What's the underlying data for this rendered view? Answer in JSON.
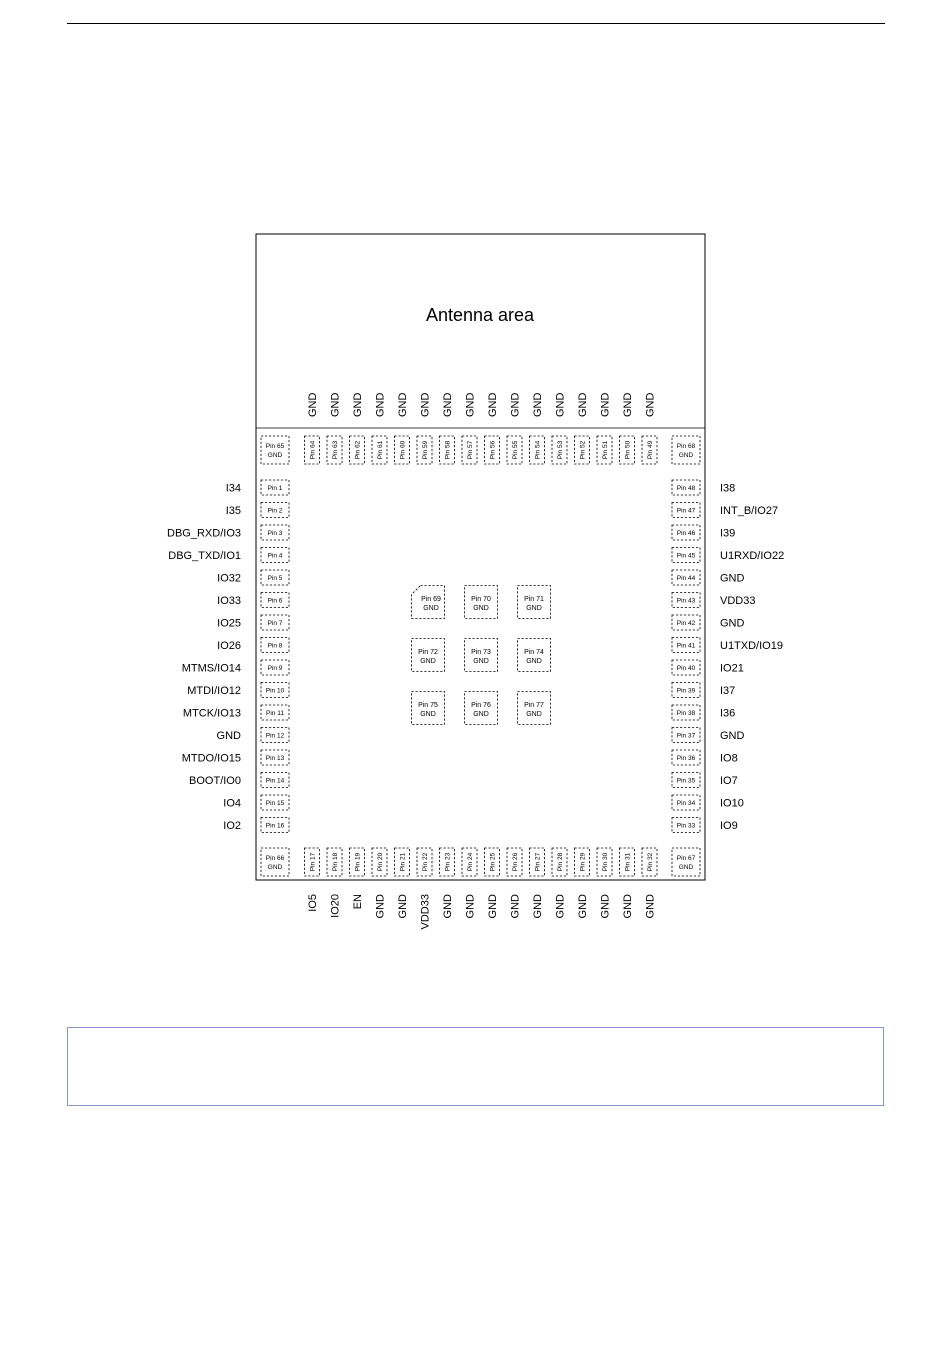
{
  "module": {
    "antenna_label": "Antenna area"
  },
  "top_signals": [
    "GND",
    "GND",
    "GND",
    "GND",
    "GND",
    "GND",
    "GND",
    "GND",
    "GND",
    "GND",
    "GND",
    "GND",
    "GND",
    "GND",
    "GND",
    "GND"
  ],
  "top_pads": [
    "Pin 64",
    "Pin 63",
    "Pin 62",
    "Pin 61",
    "Pin 60",
    "Pin 59",
    "Pin 58",
    "Pin 57",
    "Pin 56",
    "Pin 55",
    "Pin 54",
    "Pin 53",
    "Pin 52",
    "Pin 51",
    "Pin 50",
    "Pin 49"
  ],
  "corner_pads": [
    {
      "pin": "Pin 65",
      "signal": "GND"
    },
    {
      "pin": "Pin 68",
      "signal": "GND"
    },
    {
      "pin": "Pin 66",
      "signal": "GND"
    },
    {
      "pin": "Pin 67",
      "signal": "GND"
    }
  ],
  "left_pins": [
    {
      "pin": "Pin 1",
      "signal": "I34"
    },
    {
      "pin": "Pin 2",
      "signal": "I35"
    },
    {
      "pin": "Pin 3",
      "signal": "DBG_RXD/IO3"
    },
    {
      "pin": "Pin 4",
      "signal": "DBG_TXD/IO1"
    },
    {
      "pin": "Pin 5",
      "signal": "IO32"
    },
    {
      "pin": "Pin 6",
      "signal": "IO33"
    },
    {
      "pin": "Pin 7",
      "signal": "IO25"
    },
    {
      "pin": "Pin 8",
      "signal": "IO26"
    },
    {
      "pin": "Pin 9",
      "signal": "MTMS/IO14"
    },
    {
      "pin": "Pin 10",
      "signal": "MTDI/IO12"
    },
    {
      "pin": "Pin 11",
      "signal": "MTCK/IO13"
    },
    {
      "pin": "Pin 12",
      "signal": "GND"
    },
    {
      "pin": "Pin 13",
      "signal": "MTDO/IO15"
    },
    {
      "pin": "Pin 14",
      "signal": "BOOT/IO0"
    },
    {
      "pin": "Pin 15",
      "signal": "IO4"
    },
    {
      "pin": "Pin 16",
      "signal": "IO2"
    }
  ],
  "right_pins": [
    {
      "pin": "Pin 48",
      "signal": "I38"
    },
    {
      "pin": "Pin 47",
      "signal": "INT_B/IO27"
    },
    {
      "pin": "Pin 46",
      "signal": "I39"
    },
    {
      "pin": "Pin 45",
      "signal": "U1RXD/IO22"
    },
    {
      "pin": "Pin 44",
      "signal": "GND"
    },
    {
      "pin": "Pin 43",
      "signal": "VDD33"
    },
    {
      "pin": "Pin 42",
      "signal": "GND"
    },
    {
      "pin": "Pin 41",
      "signal": "U1TXD/IO19"
    },
    {
      "pin": "Pin 40",
      "signal": "IO21"
    },
    {
      "pin": "Pin 39",
      "signal": "I37"
    },
    {
      "pin": "Pin 38",
      "signal": "I36"
    },
    {
      "pin": "Pin 37",
      "signal": "GND"
    },
    {
      "pin": "Pin 36",
      "signal": "IO8"
    },
    {
      "pin": "Pin 35",
      "signal": "IO7"
    },
    {
      "pin": "Pin 34",
      "signal": "IO10"
    },
    {
      "pin": "Pin 33",
      "signal": "IO9"
    }
  ],
  "bottom_pads": [
    "Pin 17",
    "Pin 18",
    "Pin 19",
    "Pin 20",
    "Pin 21",
    "Pin 22",
    "Pin 23",
    "Pin 24",
    "Pin 25",
    "Pin 26",
    "Pin 27",
    "Pin 28",
    "Pin 29",
    "Pin 30",
    "Pin 31",
    "Pin 32"
  ],
  "bottom_signals": [
    "IO5",
    "IO20",
    "EN",
    "GND",
    "GND",
    "VDD33",
    "GND",
    "GND",
    "GND",
    "GND",
    "GND",
    "GND",
    "GND",
    "GND",
    "GND",
    "GND"
  ],
  "center_pads": [
    {
      "pin": "Pin 69",
      "signal": "GND"
    },
    {
      "pin": "Pin 70",
      "signal": "GND"
    },
    {
      "pin": "Pin 71",
      "signal": "GND"
    },
    {
      "pin": "Pin 72",
      "signal": "GND"
    },
    {
      "pin": "Pin 73",
      "signal": "GND"
    },
    {
      "pin": "Pin 74",
      "signal": "GND"
    },
    {
      "pin": "Pin 75",
      "signal": "GND"
    },
    {
      "pin": "Pin 76",
      "signal": "GND"
    },
    {
      "pin": "Pin 77",
      "signal": "GND"
    }
  ],
  "colors": {
    "line": "#000000",
    "note_border": "#8a96c8"
  }
}
